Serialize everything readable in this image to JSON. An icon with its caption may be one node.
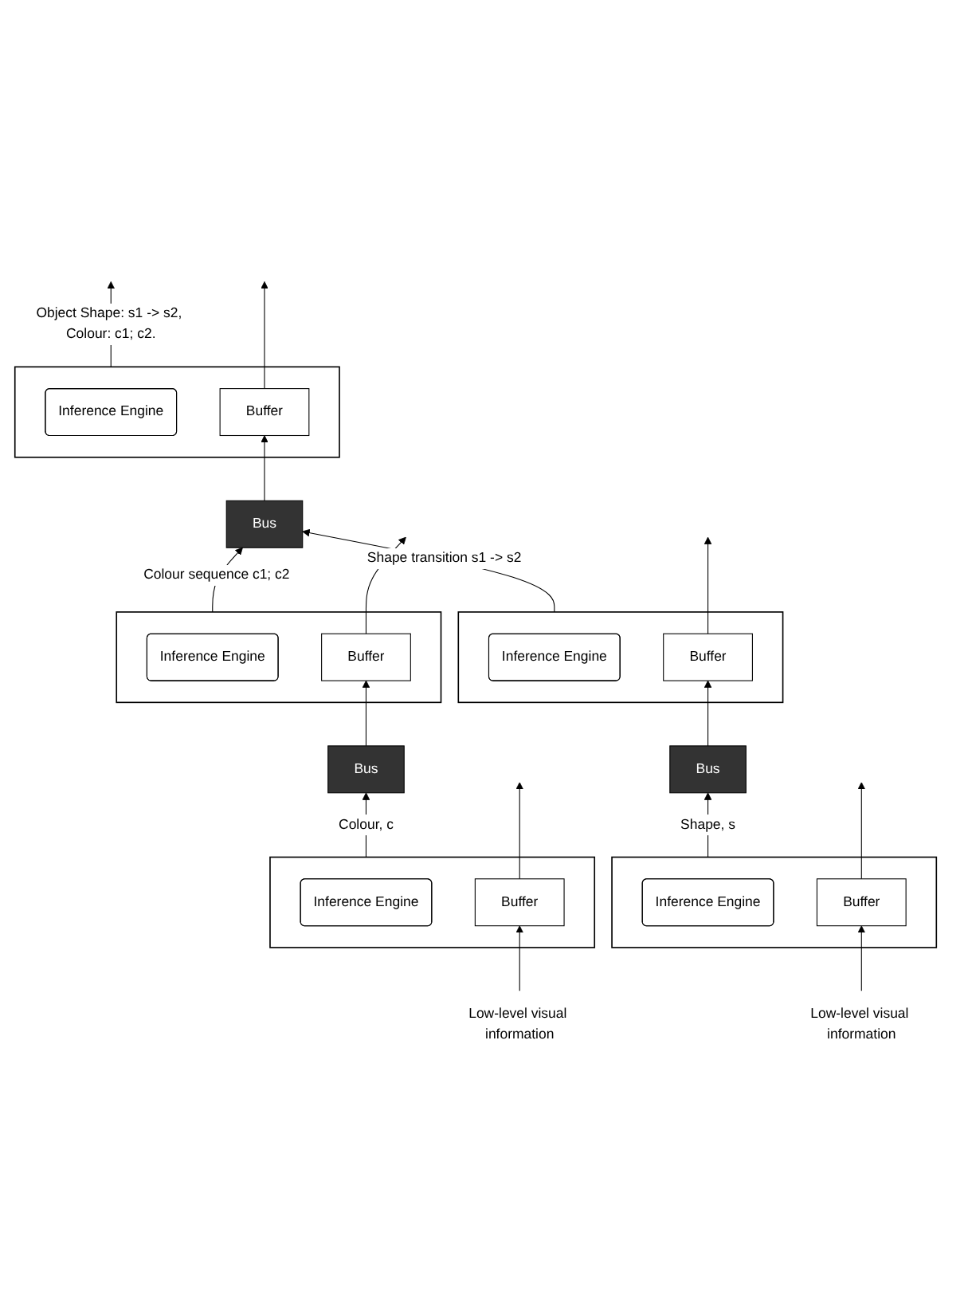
{
  "diagram": {
    "nodes": [
      {
        "text": [],
        "shape": "box"
      },
      {
        "text": [
          "Inference Engine"
        ],
        "in": 0
      },
      {
        "text": [
          "Buffer"
        ],
        "in": 0
      },
      {
        "text": [
          "Bus"
        ]
      },
      {
        "text": [],
        "shape": "box"
      },
      {
        "text": [
          "Inference Engine"
        ],
        "in": 4
      },
      {
        "text": [
          "Buffer"
        ],
        "in": 4
      },
      {
        "text": [],
        "shape": "box"
      },
      {
        "text": [
          "Inference Engine"
        ],
        "in": 7
      },
      {
        "text": [
          "Buffer"
        ],
        "in": 7
      },
      {
        "text": [
          "Bus"
        ]
      },
      {
        "text": [
          "Bus"
        ]
      },
      {
        "text": [],
        "shape": "box"
      },
      {
        "text": [
          "Inference Engine"
        ],
        "in": 12
      },
      {
        "text": [
          "Buffer"
        ],
        "in": 12
      },
      {
        "text": [],
        "shape": "box"
      },
      {
        "text": [
          "Inference Engine"
        ],
        "in": 15
      },
      {
        "text": [
          "Buffer"
        ],
        "in": 15
      },
      {
        "text": [
          "Low-level visual information"
        ]
      },
      {
        "text": [
          "Low-level visual information"
        ]
      }
    ],
    "edges": [
      {
        "from": 0,
        "to": null,
        "arrow": "to",
        "label": "Object Shape: s1 -> s2, Colour: c1; c2."
      },
      {
        "from": 2,
        "to": null,
        "arrow": "to"
      },
      {
        "from": 3,
        "to": 2,
        "arrow": "to"
      },
      {
        "from": 4,
        "to": 3,
        "arrow": "to",
        "label": "Colour sequence c1; c2"
      },
      {
        "from": 7,
        "to": 3,
        "arrow": "to",
        "label": "Shape transition s1 -> s2"
      },
      {
        "from": 6,
        "to": null,
        "arrow": "to"
      },
      {
        "from": 9,
        "to": null,
        "arrow": "to"
      },
      {
        "from": 10,
        "to": 6,
        "arrow": "to"
      },
      {
        "from": 11,
        "to": 9,
        "arrow": "to"
      },
      {
        "from": 12,
        "to": 10,
        "arrow": "to",
        "label": "Colour, c"
      },
      {
        "from": 15,
        "to": 11,
        "arrow": "to",
        "label": "Shape, s"
      },
      {
        "from": 14,
        "to": null,
        "arrow": "to"
      },
      {
        "from": 17,
        "to": null,
        "arrow": "to"
      },
      {
        "from": 18,
        "to": 14,
        "arrow": "to"
      },
      {
        "from": 19,
        "to": 17,
        "arrow": "to"
      }
    ]
  }
}
